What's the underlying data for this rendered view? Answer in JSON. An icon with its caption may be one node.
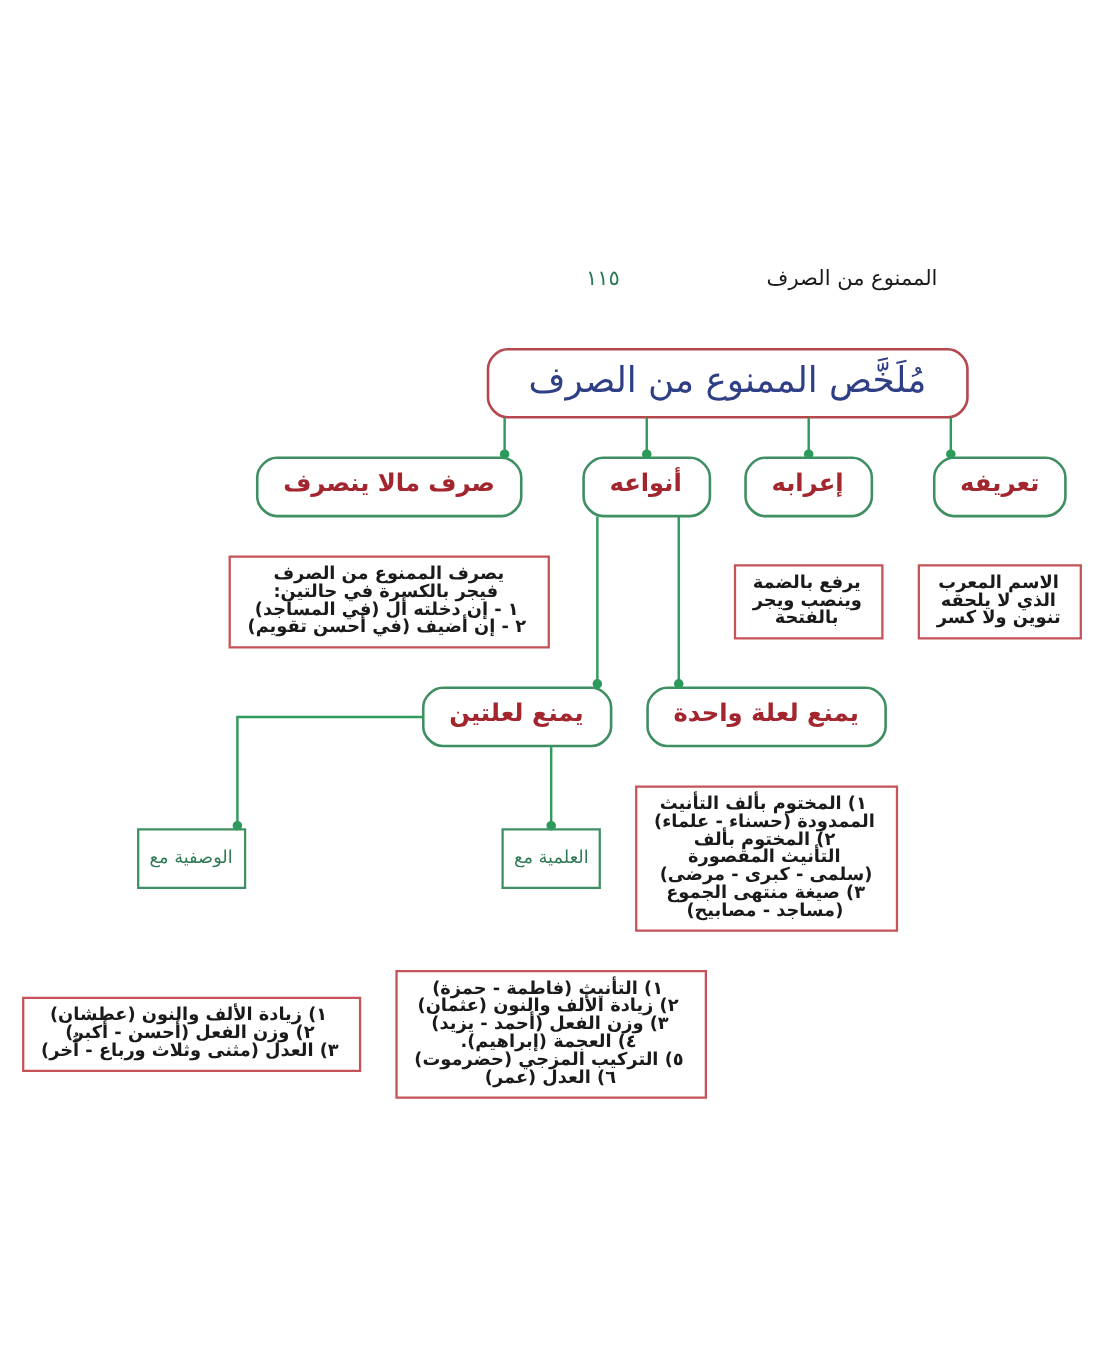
{
  "diagram": {
    "nodes": [
      {
        "text": [
          "مُلَخَّص الممنوع من الصرف"
        ]
      },
      {
        "text": [
          "تعريفه"
        ]
      },
      {
        "text": [
          "إعرابه"
        ]
      },
      {
        "text": [
          "أنواعه"
        ]
      },
      {
        "text": [
          "صرف مالا ينصرف"
        ]
      },
      {
        "text": [
          "الاسم المعرب الذي لا يلحقه تنوين ولا كسر"
        ]
      },
      {
        "text": [
          "يرفع بالضمة وينصب ويجر بالفتحة"
        ]
      },
      {
        "text": [
          "يصرف الممنوع من الصرف فيجر بالكسرة في حالتين:",
          "١ - إن دخلته أل (في المساجد)",
          "٢ - إن أضيف (في أحسن تقويم)"
        ]
      },
      {
        "text": [
          "يمنع لعلة واحدة"
        ]
      },
      {
        "text": [
          "يمنع لعلتين"
        ]
      },
      {
        "text": [
          "١) المختوم بألف التأنيث الممدودة (حسناء - علماء)",
          "٢) المختوم بألف التأنيث المقصورة (سلمى - كبرى - مرضى)",
          "٣) صيغة منتهى الجموع (مساجد - مصابيح)"
        ]
      },
      {
        "text": [
          "العلمية مع"
        ]
      },
      {
        "text": [
          "الوصفية مع"
        ]
      },
      {
        "text": [
          "١) التأنيث (فاطمة - حمزة)",
          "٢) زيادة الألف والنون (عثمان)",
          "٣) وزن الفعل (أحمد - يزيد)",
          "٤) العجمة (إبراهيم).",
          "٥) التركيب المزجي (حضرموت)",
          "٦) العدل (عمر)"
        ]
      },
      {
        "text": [
          "١) زيادة الألف والنون (عطشان)",
          "٢) وزن الفعل (أحسن - أكبر)",
          "٣) العدل (مثنى وثلاث ورباع - أُخر)"
        ]
      }
    ],
    "edges": [
      {
        "from": 0,
        "to": 1,
        "arrow": "other"
      },
      {
        "from": 0,
        "to": 2,
        "arrow": "other"
      },
      {
        "from": 0,
        "to": 3,
        "arrow": "other"
      },
      {
        "from": 0,
        "to": 4,
        "arrow": "other"
      },
      {
        "from": 3,
        "to": 8,
        "arrow": "other"
      },
      {
        "from": 3,
        "to": 9,
        "arrow": "other"
      },
      {
        "from": 9,
        "to": 11,
        "arrow": "other"
      },
      {
        "from": 9,
        "to": 12,
        "arrow": "other"
      }
    ],
    "labels": [
      "الممنوع من الصرف",
      "١١٥"
    ]
  }
}
